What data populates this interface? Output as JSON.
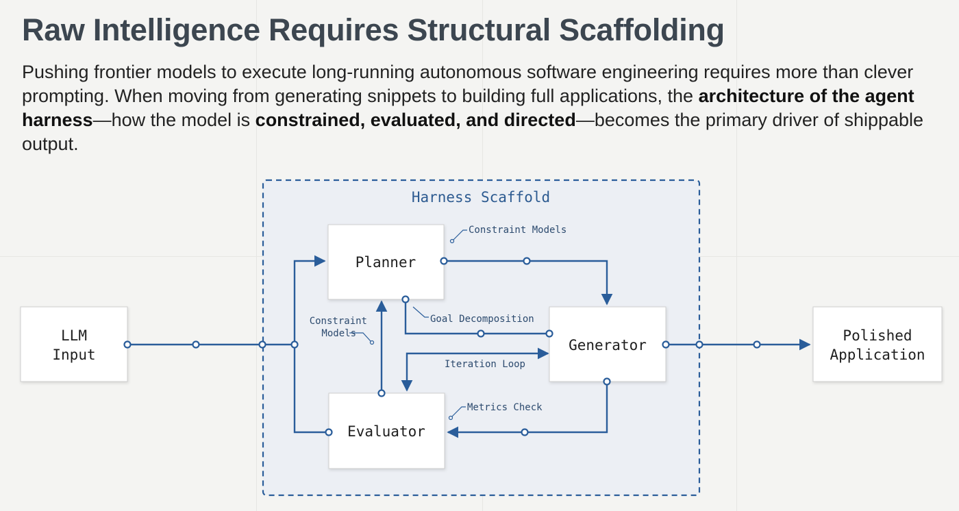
{
  "title": "Raw Intelligence Requires Structural Scaffolding",
  "intro": {
    "part1": "Pushing frontier models to execute long-running autonomous software engineering requires more than clever prompting. When moving from generating snippets to building full applications, the ",
    "bold1": "architecture of the agent harness",
    "part2": "—how the model is ",
    "bold2": "constrained, evaluated, and directed",
    "part3": "—becomes the primary driver of shippable output."
  },
  "diagram": {
    "scaffold_title": "Harness Scaffold",
    "nodes": {
      "llm_input": [
        "LLM",
        "Input"
      ],
      "planner": "Planner",
      "generator": "Generator",
      "evaluator": "Evaluator",
      "polished_application": [
        "Polished",
        "Application"
      ]
    },
    "annotations": {
      "constraint_models_top": "Constraint Models",
      "goal_decomposition": "Goal Decomposition",
      "constraint_models_left": [
        "Constraint",
        "Models"
      ],
      "iteration_loop": "Iteration Loop",
      "metrics_check": "Metrics Check"
    },
    "colors": {
      "line": "#2a5d9a",
      "scaffold_fill": "#eceff4",
      "scaffold_border": "#2a5d9a",
      "box_fill": "#ffffff",
      "box_border": "#cfcfcf"
    }
  }
}
